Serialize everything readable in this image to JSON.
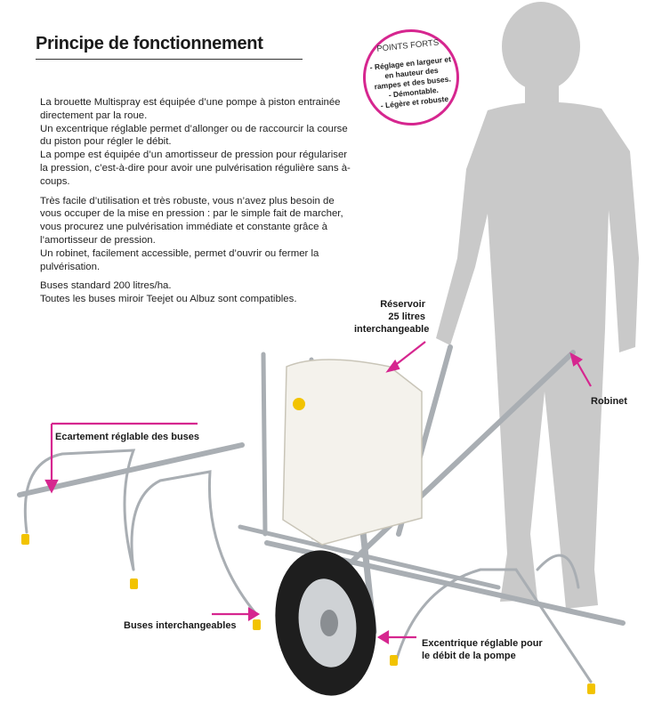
{
  "title": "Principe de fonctionnement",
  "paragraphs": [
    "La brouette Multispray est équipée d’une pompe à piston entrainée directement par la roue.",
    "Un excentrique réglable permet d’allonger ou de raccourcir la course du piston pour régler le débit.",
    "La pompe est équipée d’un amortisseur de pression pour régulariser la pression, c’est-à-dire pour avoir une pulvérisation régulière sans à-coups.",
    "Très facile d’utilisation et très robuste, vous n’avez plus besoin de vous occuper de la mise en pression : par le simple fait de marcher, vous procurez une pulvérisation immédiate et constante grâce à l’amortisseur de pression.",
    "Un robinet, facilement accessible, permet d’ouvrir ou fermer la pulvérisation.",
    "Buses standard 200 litres/ha.",
    "Toutes les buses miroir Teejet ou Albuz sont compatibles."
  ],
  "badge": {
    "title": "POINTS FORTS",
    "items": [
      "- Réglage en largeur et en hauteur des rampes et des buses.",
      "- Démontable.",
      "- Légère et robuste"
    ]
  },
  "callouts": {
    "reservoir": [
      "Réservoir",
      "25 litres",
      "interchangeable"
    ],
    "robinet": "Robinet",
    "ecartement": "Ecartement réglable des buses",
    "buses": "Buses interchangeables",
    "excentrique": [
      "Excentrique réglable pour",
      "le débit de la pompe"
    ]
  },
  "colors": {
    "accent": "#d6268f",
    "silhouette": "#c9c9c9",
    "frame": "#a9aeb3",
    "tank": "#f4f2ec",
    "tire": "#1e1e1e",
    "nozzle": "#f2c300"
  }
}
